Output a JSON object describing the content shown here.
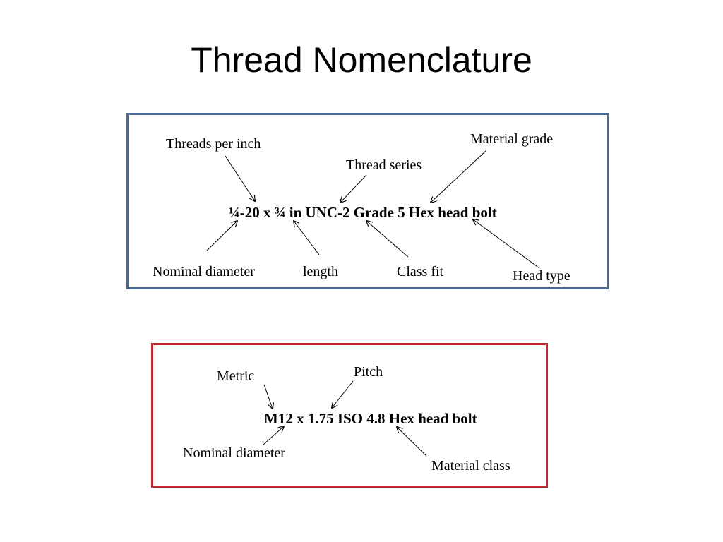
{
  "title": "Thread Nomenclature",
  "imperial": {
    "spec": "¼-20 x ¾ in UNC-2 Grade 5 Hex head bolt",
    "labels": {
      "threads_per_inch": "Threads per inch",
      "thread_series": "Thread series",
      "material_grade": "Material grade",
      "nominal_diameter": "Nominal diameter",
      "length": "length",
      "class_fit": "Class fit",
      "head_type": "Head type"
    }
  },
  "metric": {
    "spec": "M12 x 1.75 ISO 4.8 Hex head bolt",
    "labels": {
      "metric": "Metric",
      "pitch": "Pitch",
      "nominal_diameter": "Nominal diameter",
      "material_class": "Material class"
    }
  },
  "colors": {
    "imperial_border": "#4a6a96",
    "metric_border": "#c0272d"
  }
}
